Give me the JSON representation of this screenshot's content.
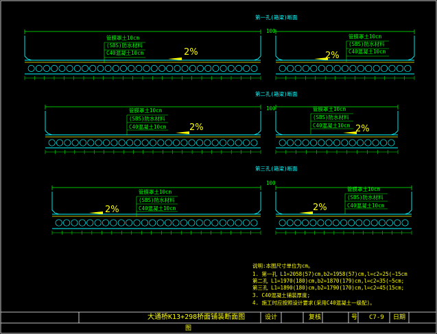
{
  "drawing": {
    "section_titles": [
      "第一孔(箱梁)断面",
      "第二孔(箱梁)断面",
      "第三孔(箱梁)断面"
    ],
    "layer_labels": [
      "管膜罩土10cm",
      "(SBS)防水材料",
      "C40混凝土10cm"
    ],
    "slope_label": "2%",
    "dimension_h": "100",
    "notes": {
      "header": "说明:本图尺寸单位为cm。",
      "lines": [
        "1. 第一孔 L1=2058(57)cm,b2=1958(57)cm,l=c2=25(~15cm",
        "   第二孔 L1=1970(180)cm,b2=1870(179)cm,l=c2=35(~5cm;",
        "   第三孔 L1=1890(180)cm,b2=1790(170)cm,l=c2=45(15cm;",
        "3. C40混凝土铺装厚度;",
        "4. 施工时应按照设计要求(采用C40混凝土一级配)。"
      ]
    }
  },
  "title_block": {
    "drawing_title": "大通桥K13+298桥面铺装断面图",
    "subtitle": "图",
    "designer_label": "设计",
    "checker_label": "复核",
    "number_label": "号",
    "drawing_number": "C7-9",
    "date_label": "日期"
  },
  "colors": {
    "background": "#000000",
    "structure": "#00ffff",
    "dimension": "#00ff00",
    "annotation": "#ffff00",
    "border": "#ffffff"
  }
}
